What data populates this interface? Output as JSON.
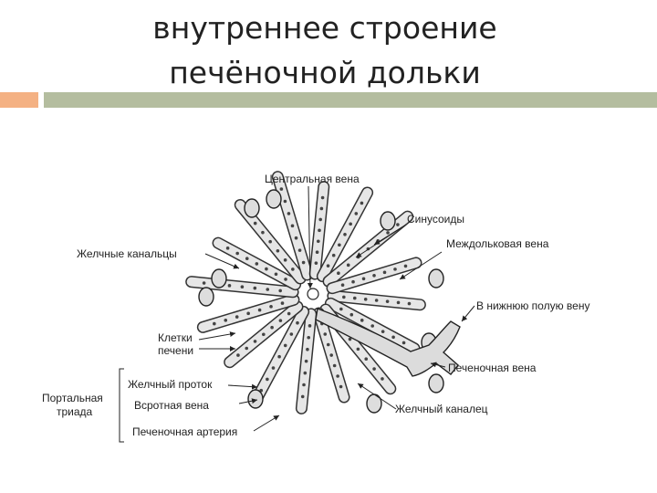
{
  "slide": {
    "title_line1": "внутреннее строение",
    "title_line2": "печёночной дольки",
    "accent_color": "#f4b183",
    "rule_color": "#b4bd9f"
  },
  "diagram": {
    "labels": {
      "central_vein": "Центральная вена",
      "sinusoids": "Синусоиды",
      "interlobular_vein": "Междольковая вена",
      "bile_canaliculi": "Желчные канальцы",
      "to_ivc": "В нижнюю полую вену",
      "liver_cells_1": "Клетки",
      "liver_cells_2": "печени",
      "hepatic_vein": "Печеночная вена",
      "portal_triad_1": "Портальная",
      "portal_triad_2": "триада",
      "bile_duct": "Желчный проток",
      "portal_vein": "Всротная вена",
      "hepatic_artery": "Печеночная артерия",
      "bile_canal": "Желчный каналец"
    }
  }
}
